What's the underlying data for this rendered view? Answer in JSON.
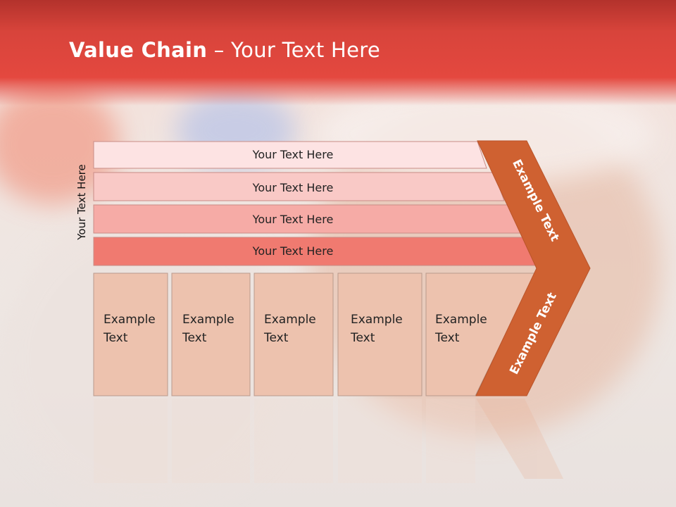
{
  "slide": {
    "title_bold": "Value Chain",
    "title_rest": " – Your Text Here"
  },
  "side_label": "Your Text Here",
  "rows": [
    {
      "label": "Your Text Here",
      "color": "#fde3e3"
    },
    {
      "label": "Your Text Here",
      "color": "#f9c9c6"
    },
    {
      "label": "Your Text Here",
      "color": "#f6aba6"
    },
    {
      "label": "Your Text Here",
      "color": "#f07a70"
    }
  ],
  "cards": [
    {
      "line1": "Example",
      "line2": "Text"
    },
    {
      "line1": "Example",
      "line2": "Text"
    },
    {
      "line1": "Example",
      "line2": "Text"
    },
    {
      "line1": "Example",
      "line2": "Text"
    },
    {
      "line1": "Example",
      "line2": "Text"
    }
  ],
  "chevron": {
    "upper_label": "Example Text",
    "lower_label": "Example Text",
    "color": "#cf6131"
  },
  "colors": {
    "header": "#e4483f",
    "card_fill": "#edc2ae",
    "card_border": "#b99a8c"
  }
}
